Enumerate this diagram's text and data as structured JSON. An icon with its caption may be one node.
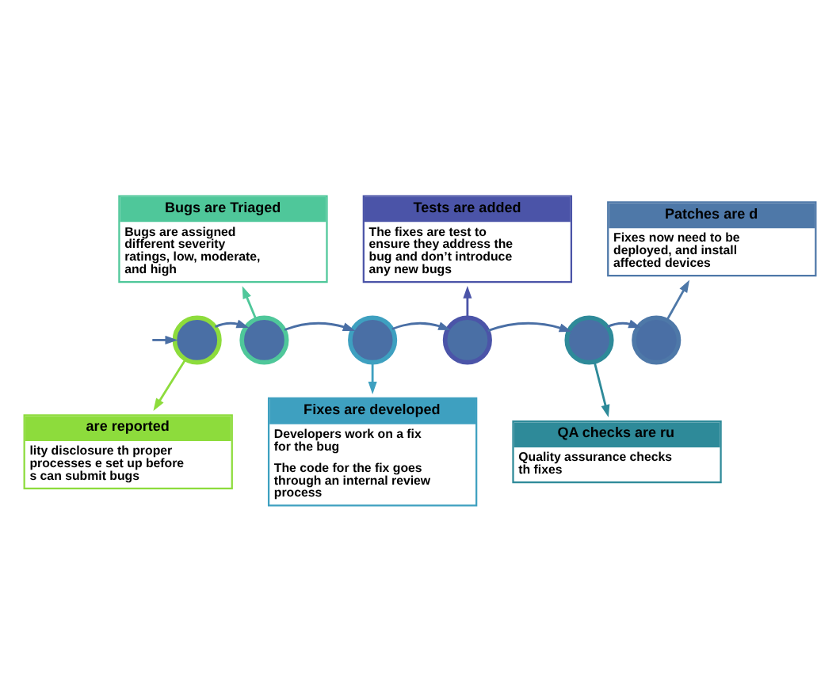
{
  "diagram": {
    "nodes": [
      {
        "text": [
          "Bugs are Triaged",
          "Bugs are assigned different severity ratings, low, moderate, and high"
        ]
      },
      {
        "text": [
          "Tests are added",
          "The fixes are test to ensure they address the bug and don’t introduce any new bugs"
        ]
      },
      {
        "text": [
          "Patches are d",
          "Fixes now need to be deployed, and install affected devices"
        ]
      },
      {
        "text": [],
        "shape": "circle"
      },
      {
        "text": [],
        "shape": "circle"
      },
      {
        "text": [],
        "shape": "circle"
      },
      {
        "text": [],
        "shape": "circle"
      },
      {
        "text": [],
        "shape": "circle"
      },
      {
        "text": [],
        "shape": "circle"
      },
      {
        "text": [
          "are reported",
          "lity disclosure th proper processes e set up before s can submit bugs"
        ]
      },
      {
        "text": [
          "Fixes are developed",
          "Developers work on a fix for the bug",
          "The code for the fix goes through an internal review process"
        ]
      },
      {
        "text": [
          "QA checks are ru",
          "Quality assurance checks th fixes"
        ]
      }
    ],
    "edges": [
      {
        "from": null,
        "to": 3,
        "arrow": "to"
      },
      {
        "from": 3,
        "to": 4,
        "arrow": "to"
      },
      {
        "from": 4,
        "to": 5,
        "arrow": "to"
      },
      {
        "from": 5,
        "to": 6,
        "arrow": "to"
      },
      {
        "from": 6,
        "to": 7,
        "arrow": "to"
      },
      {
        "from": 7,
        "to": 8,
        "arrow": "to"
      },
      {
        "from": 3,
        "to": 9,
        "arrow": "to",
        "color": "#8ddc3c"
      },
      {
        "from": 4,
        "to": 0,
        "arrow": "to",
        "color": "#4fc79a"
      },
      {
        "from": 5,
        "to": 10,
        "arrow": "to",
        "color": "#3ea0c0"
      },
      {
        "from": 6,
        "to": 1,
        "arrow": "to",
        "color": "#4b54a8"
      },
      {
        "from": 7,
        "to": 11,
        "arrow": "to",
        "color": "#2e8a99"
      },
      {
        "from": 8,
        "to": 2,
        "arrow": "to",
        "color": "#4e78a8"
      }
    ]
  }
}
